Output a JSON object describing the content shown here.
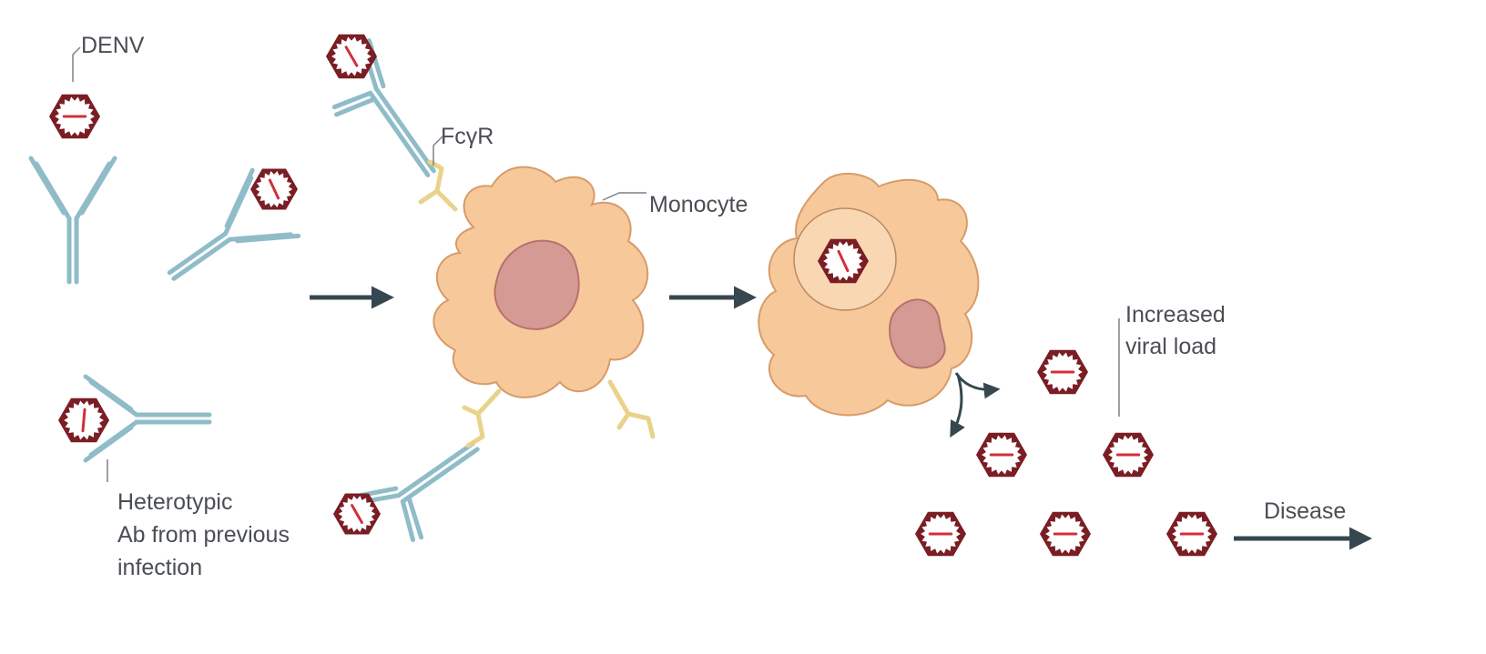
{
  "labels": {
    "denv": "DENV",
    "fcgr": "FcγR",
    "monocyte": "Monocyte",
    "heterotypic_1": "Heterotypic",
    "heterotypic_2": "Ab from previous",
    "heterotypic_3": "infection",
    "viral_load_1": "Increased",
    "viral_load_2": "viral load",
    "disease": "Disease"
  },
  "colors": {
    "virus": "#7a1d24",
    "virus_core": "#d32f3a",
    "antibody": "#8fbcc8",
    "antibody_edge": "#5f8e9b",
    "receptor": "#e9d38a",
    "receptor_edge": "#b89a45",
    "cell": "#f7c99a",
    "cell_edge": "#d79b68",
    "nucleus": "#d69a95",
    "nucleus_edge": "#b9716d",
    "arrow": "#37474f",
    "leader": "#7d8188"
  },
  "icons": [
    "virus-particle-icon",
    "antibody-icon",
    "fc-gamma-receptor-icon",
    "monocyte-cell",
    "process-arrow-icon"
  ]
}
